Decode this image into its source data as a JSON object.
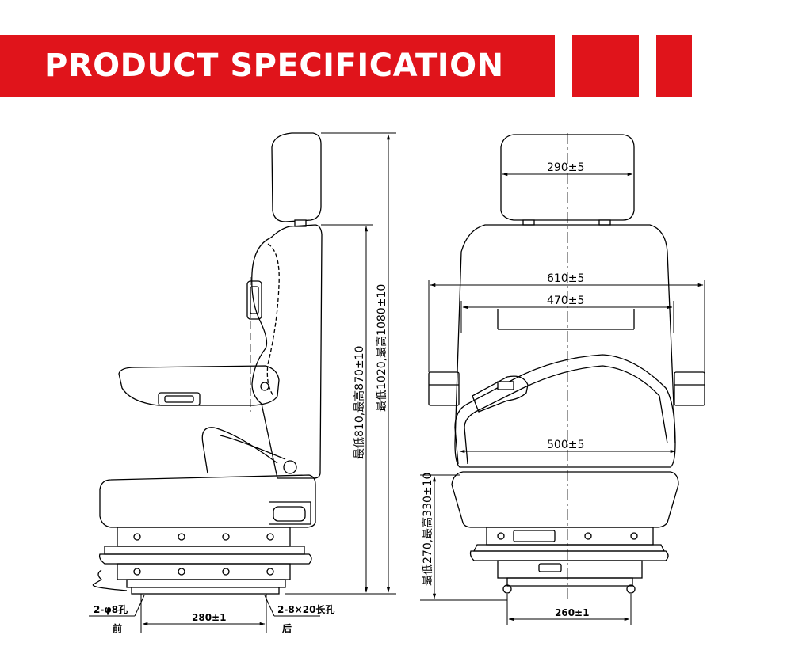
{
  "header": {
    "title": "PRODUCT SPECIFICATION",
    "accent_color": "#e0141b"
  },
  "front_view": {
    "headrest_width": "290±5",
    "backrest_outer_width": "610±5",
    "backrest_inner_width": "470±5",
    "seat_width": "500±5",
    "base_rail_width": "260±1",
    "base_height": "最低270,最高330±10"
  },
  "side_view": {
    "height_to_backrest": "最低810,最高870±10",
    "height_to_headrest": "最低1020,最高1080±10",
    "rail_length": "280±1",
    "front_hole_label": "2-φ8孔",
    "front_label": "前",
    "rear_slot_label": "2-8×20长孔",
    "rear_label": "后"
  }
}
